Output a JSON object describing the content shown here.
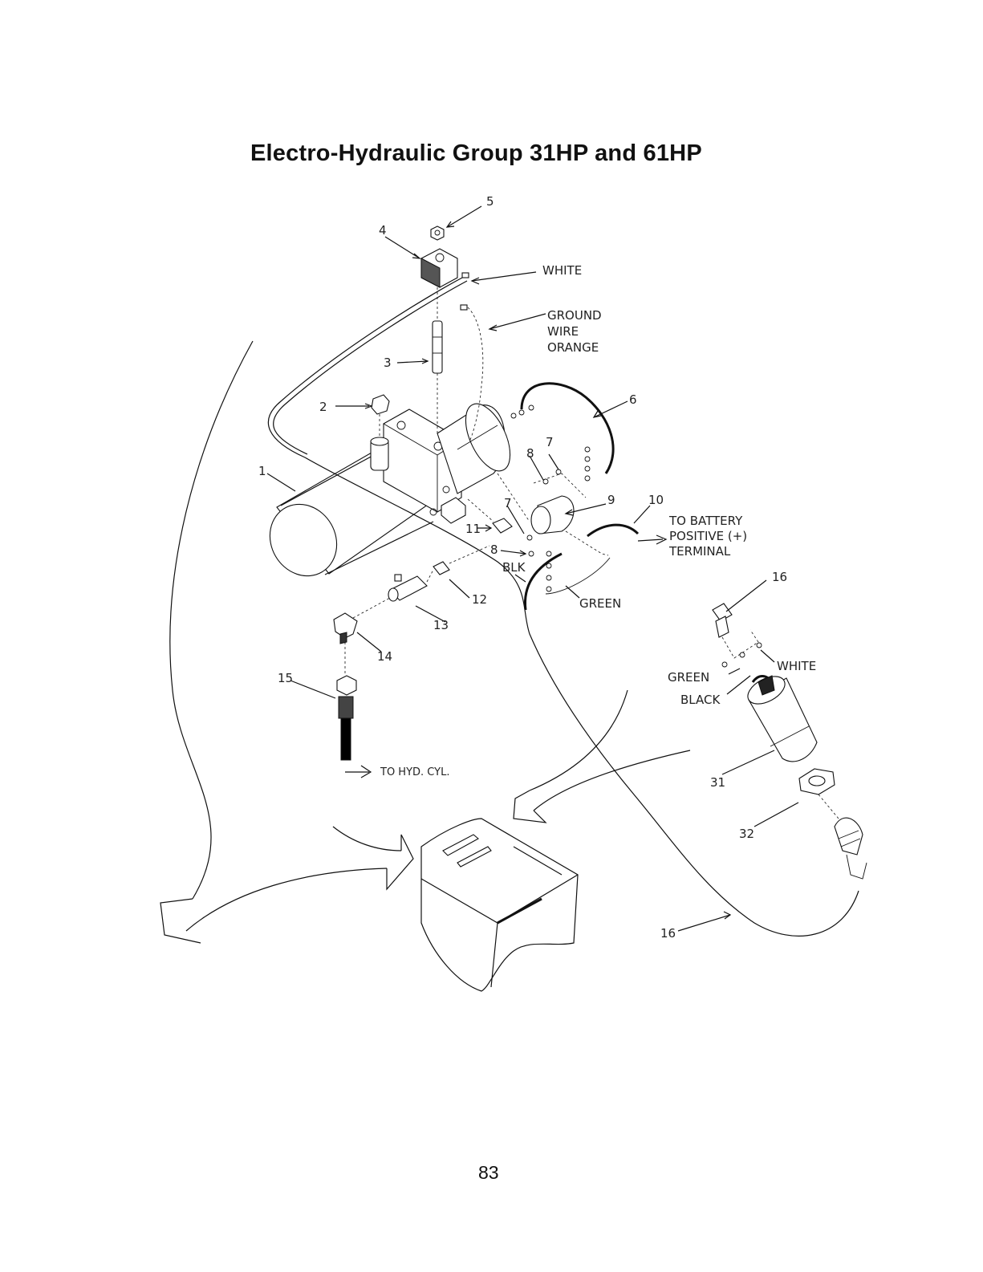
{
  "title": "Electro-Hydraulic Group 31HP and 61HP",
  "page_number": "83",
  "callouts": {
    "c1": "1",
    "c2": "2",
    "c3": "3",
    "c4": "4",
    "c5": "5",
    "c6": "6",
    "c7a": "7",
    "c7b": "7",
    "c8a": "8",
    "c8b": "8",
    "c9": "9",
    "c10": "10",
    "c11": "11",
    "c12": "12",
    "c13": "13",
    "c14": "14",
    "c15": "15",
    "c16a": "16",
    "c16b": "16",
    "c31": "31",
    "c32": "32"
  },
  "wire_labels": {
    "white_top": "WHITE",
    "ground_1": "GROUND",
    "ground_2": "WIRE",
    "ground_3": "ORANGE",
    "battery_1": "TO BATTERY",
    "battery_2": "POSITIVE (+)",
    "battery_3": "TERMINAL",
    "blk": "BLK",
    "green_mid": "GREEN",
    "white_right": "WHITE",
    "green_right": "GREEN",
    "black_right": "BLACK",
    "to_hyd_cyl": "TO HYD. CYL."
  }
}
